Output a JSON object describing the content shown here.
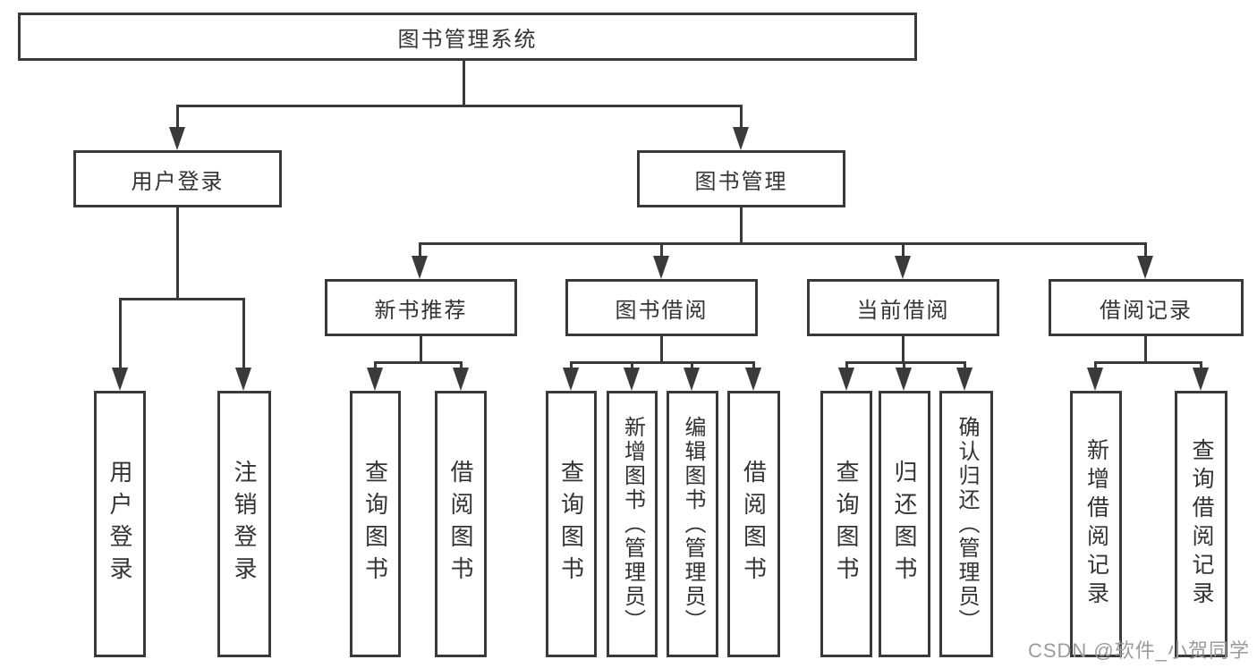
{
  "diagram": {
    "title": "图书管理系统",
    "root": {
      "label": "图书管理系统"
    },
    "level2": [
      {
        "label": "用户登录"
      },
      {
        "label": "图书管理"
      }
    ],
    "level3": [
      {
        "label": "新书推荐"
      },
      {
        "label": "图书借阅"
      },
      {
        "label": "当前借阅"
      },
      {
        "label": "借阅记录"
      }
    ],
    "leaves": {
      "user_login": [
        "用户登录",
        "注销登录"
      ],
      "new_book": [
        "查询图书",
        "借阅图书"
      ],
      "book_borrow": [
        "查询图书",
        "新增图书（管理员）",
        "编辑图书（管理员）",
        "借阅图书"
      ],
      "current_borrow": [
        "查询图书",
        "归还图书",
        "确认归还（管理员）"
      ],
      "borrow_record": [
        "新增借阅记录",
        "查询借阅记录"
      ]
    }
  },
  "watermark": {
    "text": "CSDN @软件_小贺同学"
  },
  "colors": {
    "line": "#3a3a3a",
    "text": "#333333",
    "watermark": "#9b9b9b",
    "background": "#ffffff"
  }
}
